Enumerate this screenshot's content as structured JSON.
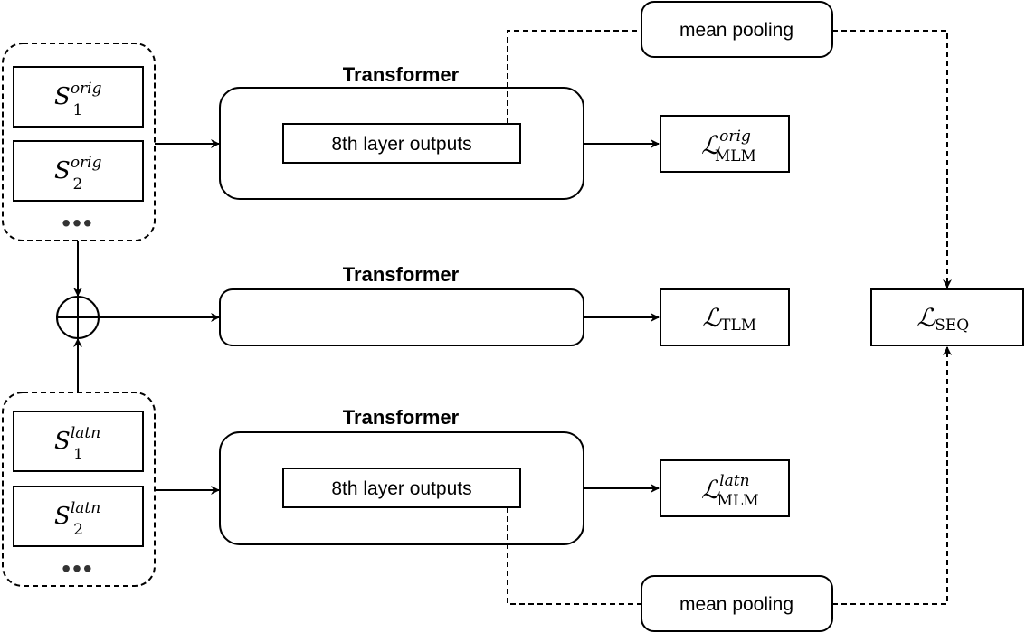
{
  "transformers": {
    "top_title": "Transformer",
    "middle_title": "Transformer",
    "bottom_title": "Transformer",
    "top_inner": "8th layer outputs",
    "bottom_inner": "8th layer outputs"
  },
  "pooling": {
    "top": "mean pooling",
    "bottom": "mean pooling"
  },
  "inputs": {
    "orig": {
      "base": "S",
      "sup": "orig",
      "subs": [
        "1",
        "2"
      ],
      "ellipsis": "•••"
    },
    "latn": {
      "base": "S",
      "sup": "latn",
      "subs": [
        "1",
        "2"
      ],
      "ellipsis": "•••"
    }
  },
  "losses": {
    "symbol": "ℒ",
    "mlm_orig": {
      "sup": "orig",
      "sub": "MLM"
    },
    "tlm": {
      "sub": "TLM"
    },
    "mlm_latn": {
      "sup": "latn",
      "sub": "MLM"
    },
    "seq": {
      "sub": "SEQ"
    }
  },
  "colors": {
    "stroke": "#000000",
    "background": "#ffffff",
    "dots": "#333333"
  }
}
